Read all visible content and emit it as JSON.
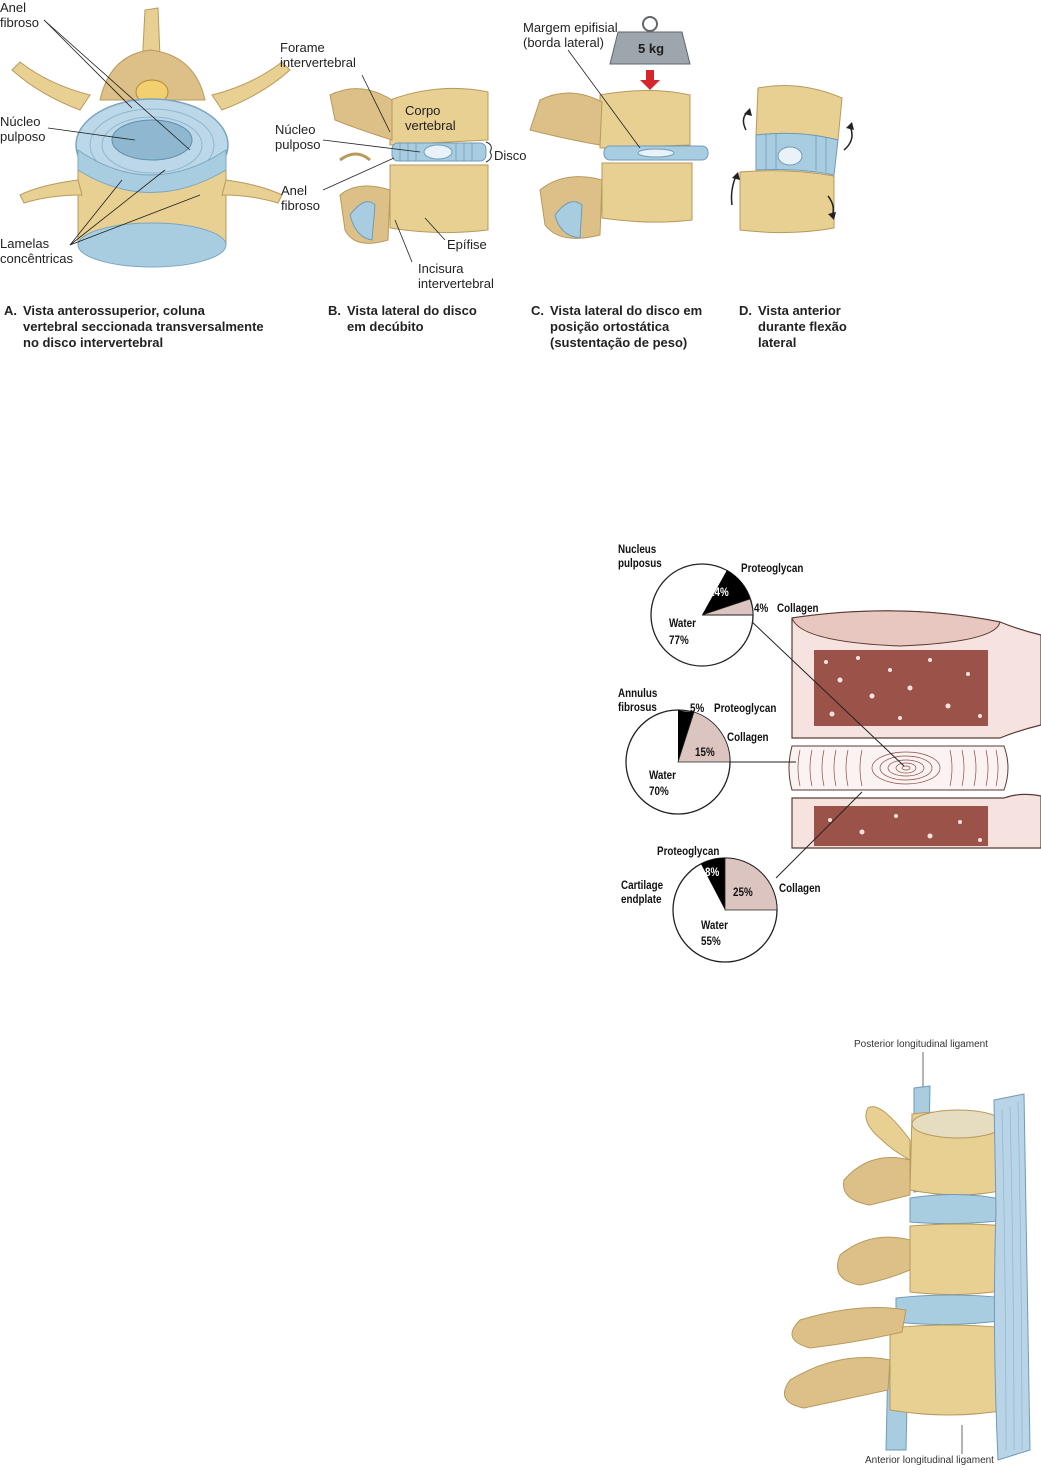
{
  "top_figure": {
    "panel_a": {
      "letter": "A.",
      "caption": [
        "Vista anterossuperior, coluna",
        "vertebral seccionada transversalmente",
        "no disco intervertebral"
      ],
      "labels": {
        "anel_fibroso": [
          "Anel",
          "fibroso"
        ],
        "nucleo_pulposo": [
          "Núcleo",
          "pulposo"
        ],
        "lamelas": [
          "Lamelas",
          "concêntricas"
        ]
      }
    },
    "panel_b": {
      "letter": "B.",
      "caption": [
        "Vista lateral do disco",
        "em decúbito"
      ],
      "labels": {
        "forame": [
          "Forame",
          "intervertebral"
        ],
        "corpo": [
          "Corpo",
          "vertebral"
        ],
        "nucleo": [
          "Núcleo",
          "pulposo"
        ],
        "disco": "Disco",
        "anel": [
          "Anel",
          "fibroso"
        ],
        "epifise": "Epífise",
        "incisura": [
          "Incisura",
          "intervertebral"
        ]
      }
    },
    "panel_c": {
      "letter": "C.",
      "caption": [
        "Vista lateral do disco em",
        "posição ortostática",
        "(sustentação de peso)"
      ],
      "labels": {
        "margem": [
          "Margem epifisial",
          "(borda lateral)"
        ],
        "weight": "5 kg"
      }
    },
    "panel_d": {
      "letter": "D.",
      "caption": [
        "Vista anterior",
        "durante flexão",
        "lateral"
      ]
    }
  },
  "composition_figure": {
    "pies": [
      {
        "title": [
          "Nucleus",
          "pulposus"
        ],
        "water_label": "Water",
        "water_pct": "77%",
        "dark_pct": "14%",
        "dark_label": "Proteoglycan",
        "light_pct": "4%",
        "light_label": "Collagen"
      },
      {
        "title": [
          "Annulus",
          "fibrosus"
        ],
        "water_label": "Water",
        "water_pct": "70%",
        "dark_pct": "5%",
        "dark_label": "Proteoglycan",
        "light_pct": "15%",
        "light_label": "Collagen"
      },
      {
        "title": [
          "Cartilage",
          "endplate"
        ],
        "water_label": "Water",
        "water_pct": "55%",
        "dark_pct": "8%",
        "dark_label": "Proteoglycan",
        "light_pct": "25%",
        "light_label": "Collagen"
      }
    ]
  },
  "ligament_figure": {
    "posterior_label": "Posterior longitudinal ligament",
    "anterior_label": "Anterior longitudinal ligament"
  },
  "colors": {
    "bone": "#e8cf92",
    "bone_dark": "#c9a860",
    "disc_blue": "#9cc4dc",
    "pie_dark": "#000000",
    "pie_light": "#dcc4c0",
    "cancellous": "#8b3a2e",
    "vertebra_pink": "#f6e3e0"
  }
}
